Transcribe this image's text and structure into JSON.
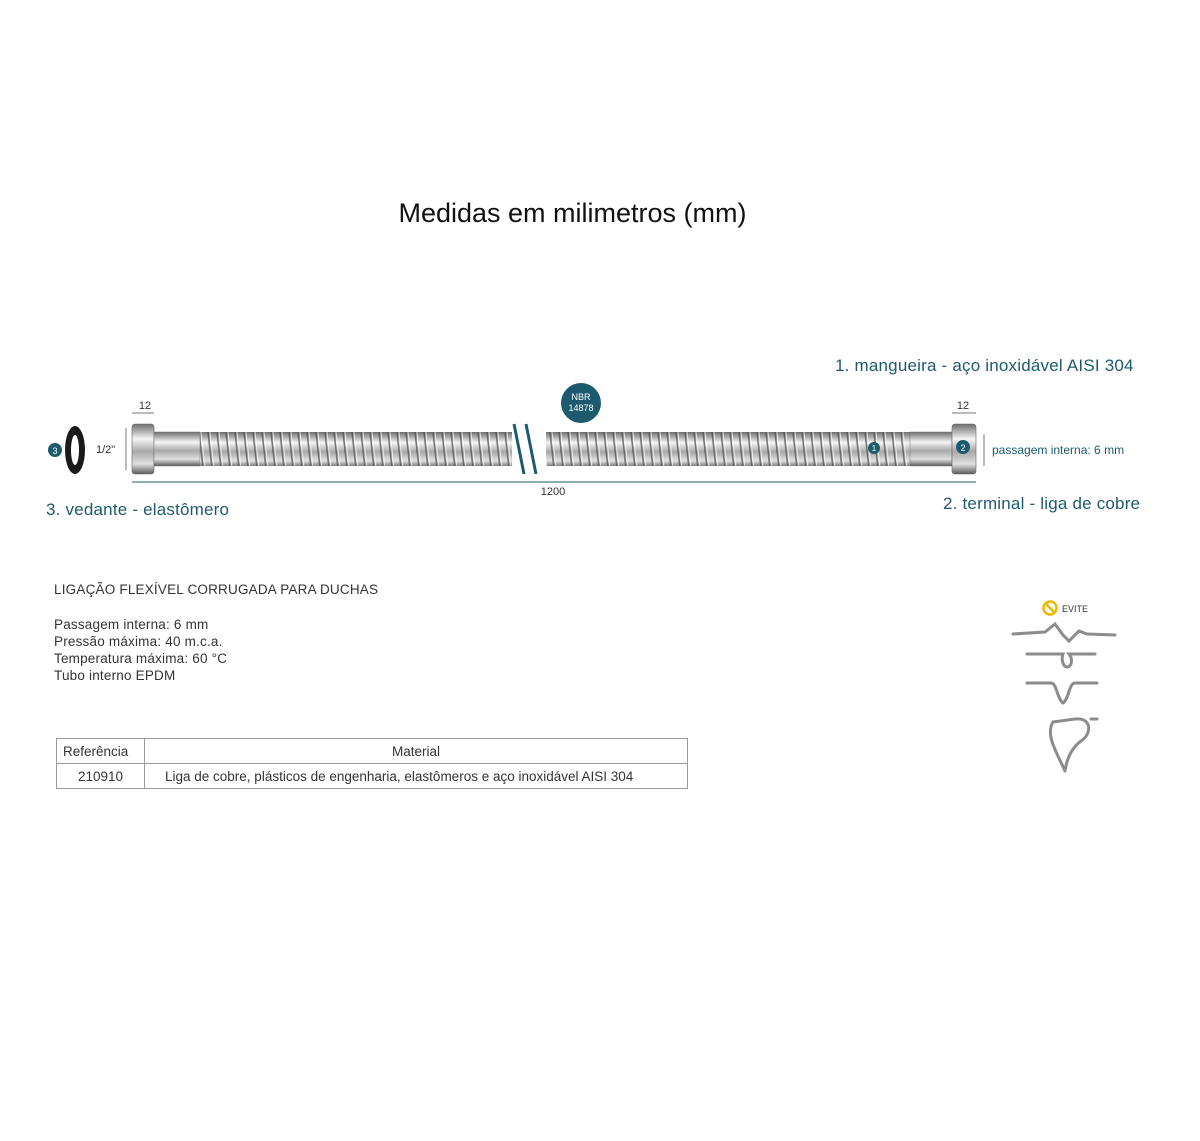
{
  "title": "Medidas em milimetros (mm)",
  "labels": {
    "mangueira": "1. mangueira - aço inoxidável AISI 304",
    "terminal": "2. terminal - liga de cobre",
    "vedante": "3. vedante - elastômero"
  },
  "diagram": {
    "dim_left_end": "12",
    "dim_right_end": "12",
    "dim_length": "1200",
    "dim_thread": "1/2\"",
    "passagem": "passagem interna: 6 mm",
    "badge_line1": "NBR",
    "badge_line2": "14878",
    "marker_1": "1",
    "marker_2": "2",
    "marker_3": "3"
  },
  "product": {
    "name": "LIGAÇÃO FLEXÍVEL CORRUGADA PARA DUCHAS",
    "specs": [
      "Passagem interna: 6 mm",
      "Pressão máxima: 40 m.c.a.",
      "Temperatura máxima: 60 °C",
      "Tubo interno EPDM"
    ]
  },
  "table": {
    "headers": [
      "Referência",
      "Material"
    ],
    "rows": [
      [
        "210910",
        "Liga de cobre, plásticos de engenharia, elastômeros e aço inoxidável AISI 304"
      ]
    ]
  },
  "evite": {
    "label": "EVITE",
    "icon": "prohibited-icon"
  },
  "colors": {
    "accent": "#1e5a6e",
    "warning": "#f2b800"
  }
}
